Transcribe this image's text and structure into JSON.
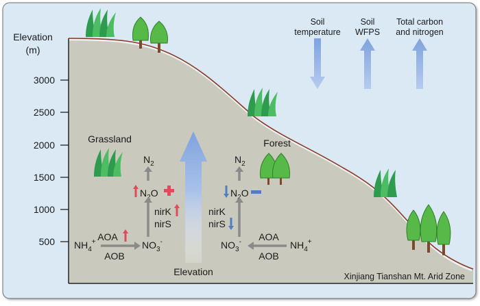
{
  "y_axis": {
    "label_line1": "Elevation",
    "label_line2": "(m)",
    "ticks": [
      "3000",
      "2500",
      "2000",
      "1500",
      "1000",
      "500"
    ]
  },
  "legend": {
    "soil_temperature_line1": "Soil",
    "soil_temperature_line2": "temperature",
    "soil_wfps_line1": "Soil",
    "soil_wfps_line2": "WFPS",
    "total_cn_line1": "Total carbon",
    "total_cn_line2": "and nitrogen",
    "soil_temperature_direction": "down",
    "soil_wfps_direction": "up",
    "total_cn_direction": "up"
  },
  "grassland": {
    "title": "Grassland",
    "n2": "N",
    "n2_sub": "2",
    "n2o_n": "N",
    "n2o_sub": "2",
    "n2o_o": "O",
    "n2o_effect": "increase",
    "nir_k": "nirK",
    "nir_s": "nirS",
    "aoa": "AOA",
    "aob": "AOB",
    "nh4": "NH",
    "nh4_sub": "4",
    "nh4_sup": "+",
    "no3": "NO",
    "no3_sub": "3",
    "no3_sup": "-"
  },
  "forest": {
    "title": "Forest",
    "n2": "N",
    "n2_sub": "2",
    "n2o_n": "N",
    "n2o_sub": "2",
    "n2o_o": "O",
    "n2o_effect": "decrease",
    "nir_k": "nirK",
    "nir_s": "nirS",
    "aoa": "AOA",
    "aob": "AOB",
    "nh4": "NH",
    "nh4_sub": "4",
    "nh4_sup": "+",
    "no3": "NO",
    "no3_sub": "3",
    "no3_sup": "-"
  },
  "center_arrow_label": "Elevation",
  "zone_label": "Xinjiang Tianshan Mt. Arid Zone",
  "colors": {
    "sky": "#dbe9f5",
    "slope": "#c9c9bd",
    "slope_edge": "#8a3a26",
    "arrow_blue": "#8fb0e2",
    "increase": "#e14a5a",
    "decrease": "#4f7ec4",
    "pathway_arrow": "#8a8a8a"
  }
}
